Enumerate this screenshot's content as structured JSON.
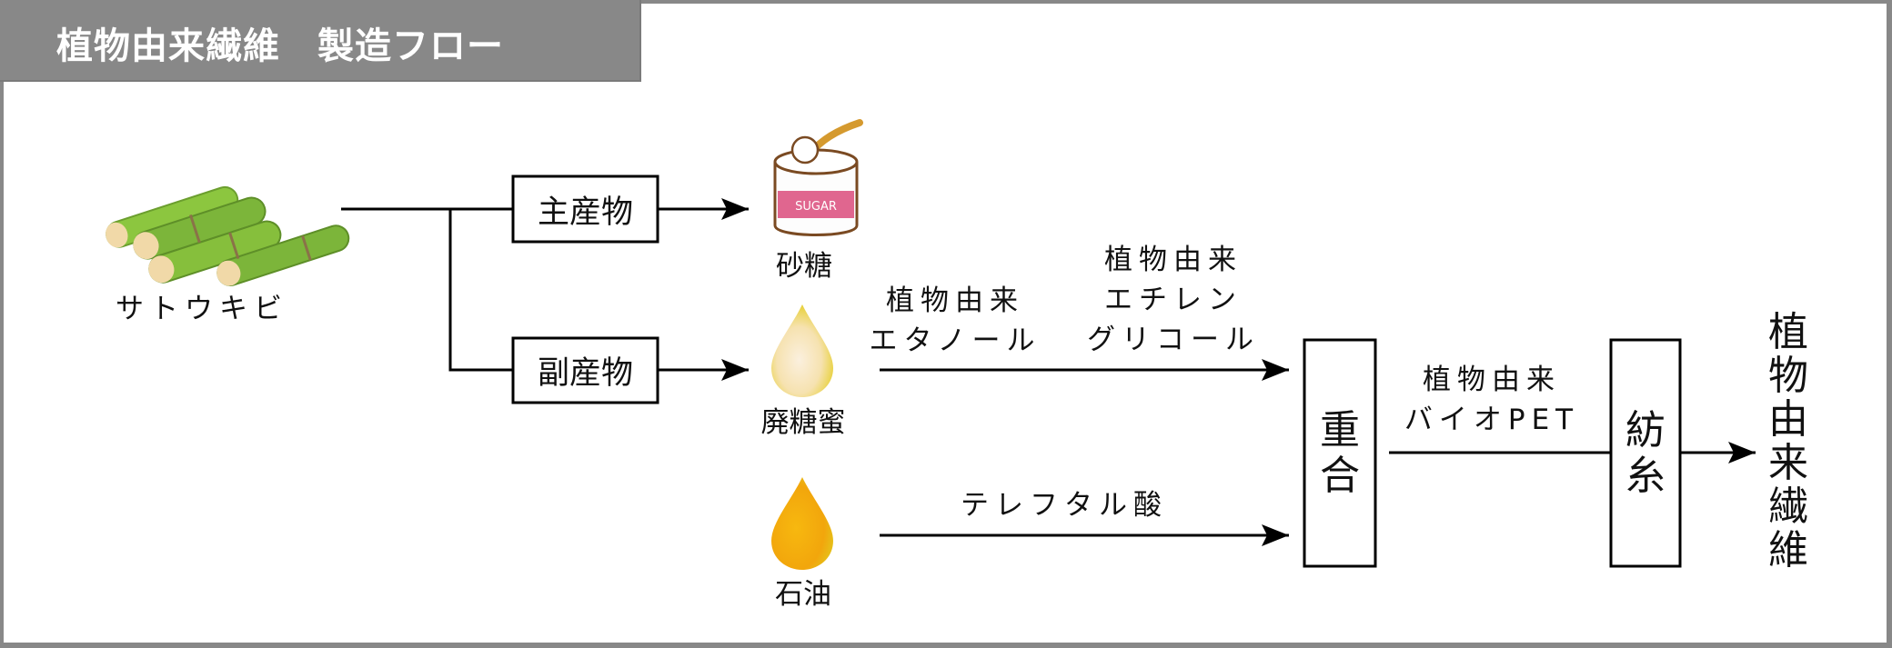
{
  "header": {
    "title": "植物由来繊維　製造フロー",
    "background": "#888888",
    "text_color": "#ffffff"
  },
  "frame": {
    "border_color": "#888888"
  },
  "source": {
    "label": "サトウキビ",
    "icon": "sugarcane-icon"
  },
  "branches": {
    "main": {
      "label": "主産物",
      "product": "砂糖",
      "product_icon": "sugar-jar-icon",
      "jar_text": "SUGAR"
    },
    "by": {
      "label": "副産物",
      "product": "廃糖蜜",
      "product_icon": "molasses-drop-icon"
    }
  },
  "petroleum": {
    "label": "石油",
    "icon": "oil-drop-icon"
  },
  "arrows": {
    "ethanol": [
      "植物由来",
      "エタノール"
    ],
    "glycol": [
      "植物由来",
      "エチレン",
      "グリコール"
    ],
    "terephthalic": "テレフタル酸",
    "biopet": [
      "植物由来",
      "バイオPET"
    ]
  },
  "processes": {
    "polymerization": [
      "重",
      "合"
    ],
    "spinning": [
      "紡",
      "糸"
    ]
  },
  "output": {
    "label_chars": [
      "植",
      "物",
      "由",
      "来",
      "繊",
      "維"
    ]
  },
  "colors": {
    "line": "#000000",
    "sugarcane": "#7cb53a",
    "sugar_label": "#e0668f",
    "molasses": "#f3e39a",
    "oil": "#f0b10f"
  }
}
